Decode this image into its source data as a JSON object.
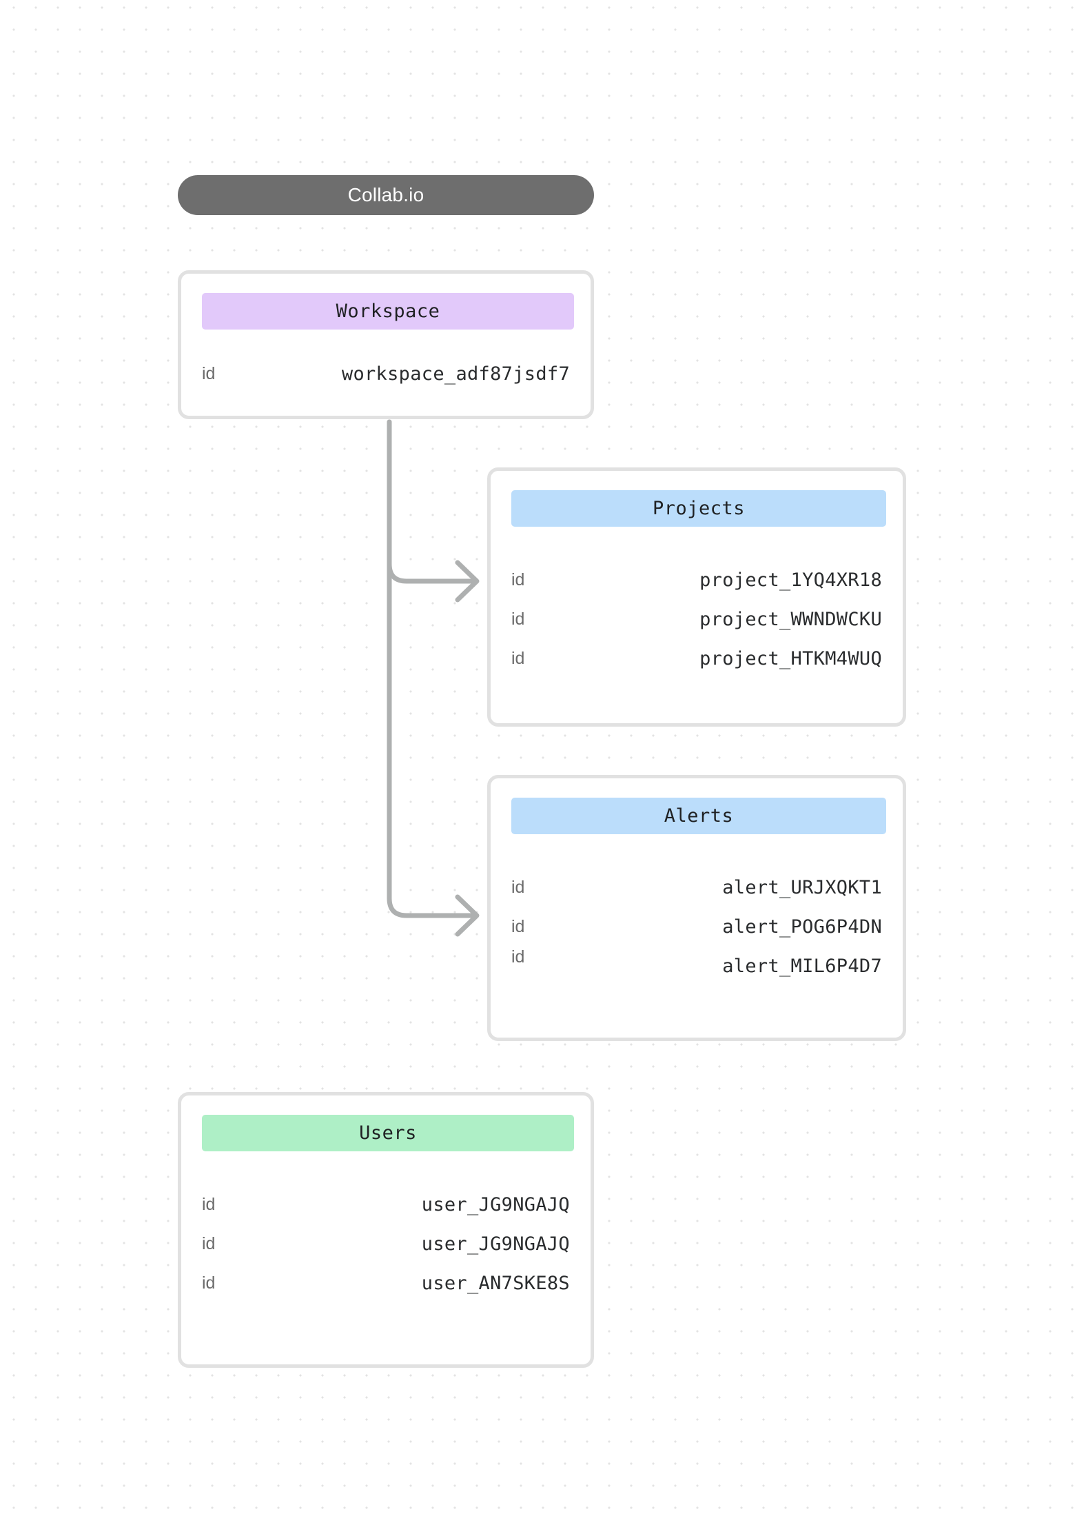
{
  "app": {
    "title": "Collab.io"
  },
  "entities": [
    {
      "id": "workspace",
      "name": "Workspace",
      "accent": "#e2c9fa",
      "rows": [
        {
          "key": "id",
          "value": "workspace_adf87jsdf7"
        }
      ]
    },
    {
      "id": "projects",
      "name": "Projects",
      "accent": "#bbddfb",
      "rows": [
        {
          "key": "id",
          "value": "project_1YQ4XR18"
        },
        {
          "key": "id",
          "value": "project_WWNDWCKU"
        },
        {
          "key": "id",
          "value": "project_HTKM4WUQ"
        }
      ]
    },
    {
      "id": "alerts",
      "name": "Alerts",
      "accent": "#bbddfb",
      "rows": [
        {
          "key": "id",
          "value": "alert_URJXQKT1"
        },
        {
          "key": "id",
          "value": "alert_POG6P4DN"
        },
        {
          "key": "id",
          "value": "alert_MIL6P4D7"
        }
      ]
    },
    {
      "id": "users",
      "name": "Users",
      "accent": "#aeefc6",
      "rows": [
        {
          "key": "id",
          "value": "user_JG9NGAJQ"
        },
        {
          "key": "id",
          "value": "user_JG9NGAJQ"
        },
        {
          "key": "id",
          "value": "user_AN7SKE8S"
        }
      ]
    }
  ],
  "connections": [
    {
      "from": "workspace",
      "to": "projects"
    },
    {
      "from": "workspace",
      "to": "alerts"
    }
  ],
  "colors": {
    "background": "#ffffff",
    "grid_dot": "#e3e3e3",
    "card_border": "#e1e1e1",
    "title_pill": "#6e6e6e",
    "connector": "#aeb0b0",
    "key_text": "#6b6b6b",
    "value_text": "#2a2c2e"
  }
}
